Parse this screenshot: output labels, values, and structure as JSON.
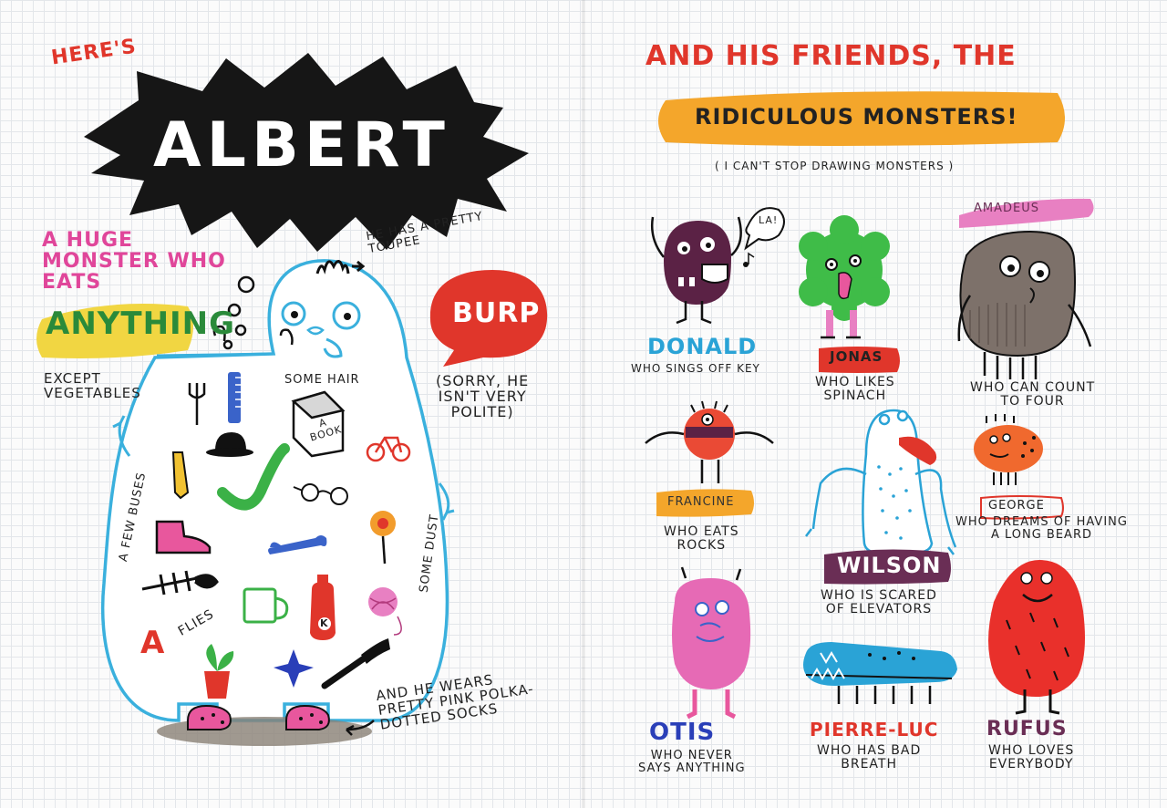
{
  "left_page": {
    "heres": "HERE'S",
    "name": "ALBERT",
    "tagline": "A HUGE\nMONSTER WHO\nEATS",
    "anything": "ANYTHING",
    "except": "EXCEPT\nVEGETABLES",
    "toupee": "HE HAS A PRETTY\nTOUPEE",
    "burp": "BURP",
    "sorry": "(SORRY, HE\nISN'T VERY\nPOLITE)",
    "contents": {
      "some_hair": "SOME HAIR",
      "book": "A\nBOOK",
      "few_buses": "A FEW BUSES",
      "some_dust": "SOME DUST",
      "flies": "FLIES",
      "letter_a": "A",
      "ketchup_k": "K"
    },
    "socks": "AND HE WEARS\nPRETTY PINK POLKA-\nDOTTED SOCKS"
  },
  "right_page": {
    "intro": "AND HIS FRIENDS, THE",
    "banner": "RIDICULOUS MONSTERS!",
    "aside": "( I CAN'T STOP DRAWING MONSTERS )",
    "la": "LA!",
    "monsters": [
      {
        "name": "DONALD",
        "desc": "WHO SINGS OFF KEY"
      },
      {
        "name": "JONAS",
        "desc": "WHO LIKES\nSPINACH"
      },
      {
        "name": "AMADEUS",
        "desc": "WHO CAN COUNT\nTO FOUR"
      },
      {
        "name": "FRANCINE",
        "desc": "WHO EATS\nROCKS"
      },
      {
        "name": "WILSON",
        "desc": "WHO IS SCARED\nOF ELEVATORS"
      },
      {
        "name": "GEORGE",
        "desc": "WHO DREAMS OF HAVING\nA LONG BEARD"
      },
      {
        "name": "OTIS",
        "desc": "WHO NEVER\nSAYS ANYTHING"
      },
      {
        "name": "PIERRE-LUC",
        "desc": "WHO HAS BAD\nBREATH"
      },
      {
        "name": "RUFUS",
        "desc": "WHO LOVES\nEVERYBODY"
      }
    ]
  },
  "colors": {
    "albert_outline": "#3ab0dd",
    "red_ink": "#e0362b",
    "pink_ink": "#e0469a",
    "green_ink": "#2a8a3a",
    "yellow_marker": "#f1d642",
    "orange_marker": "#f4a62b",
    "donald": "#5b2245",
    "jonas": "#3fbc48",
    "amadeus": "#7d716a",
    "francine": "#ea4a35",
    "george": "#f0692e",
    "otis": "#e66ab5",
    "pierre_luc": "#2aa3d6",
    "rufus": "#e9302b",
    "wilson_tag": "#6a2e55",
    "amadeus_tag": "#e880c2"
  }
}
